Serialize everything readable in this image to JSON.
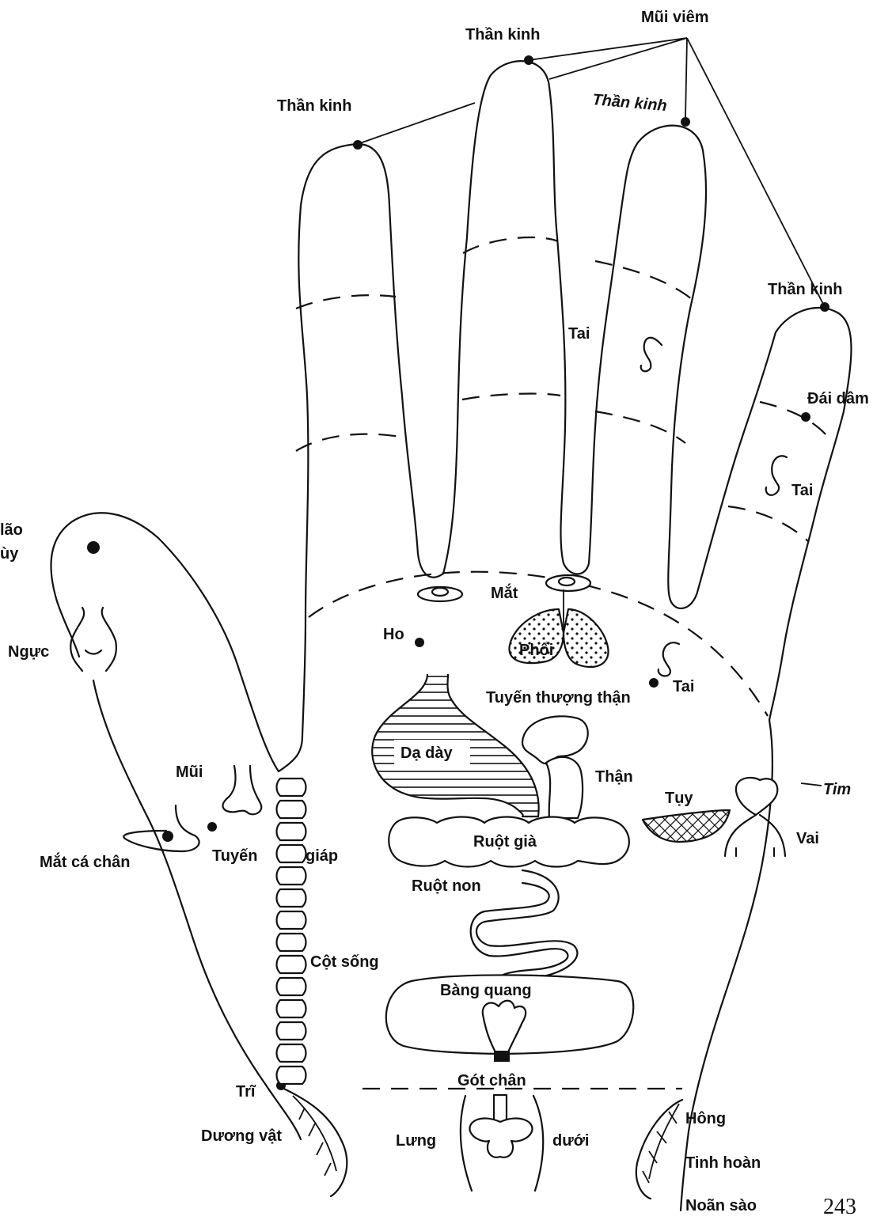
{
  "labels": {
    "mui_viem": "Mũi viêm",
    "than_kinh_1": "Thần kinh",
    "than_kinh_2": "Thần kinh",
    "than_kinh_3": "Thần kinh",
    "than_kinh_4": "Thần kinh",
    "tai_1": "Tai",
    "tai_2": "Tai",
    "tai_3": "Tai",
    "dai_dam": "Đái dầm",
    "nao_1": "lão",
    "nao_2": "ùy",
    "nguc": "Ngực",
    "mat": "Mắt",
    "ho": "Ho",
    "phoi": "Phổi",
    "tuyen_thuong_than": "Tuyến thượng thận",
    "da_day": "Dạ dày",
    "than": "Thận",
    "tuy": "Tụy",
    "tim": "Tim",
    "vai": "Vai",
    "mui": "Mũi",
    "mat_ca_chan": "Mắt cá chân",
    "tuyen": "Tuyến",
    "giap": "giáp",
    "ruot_gia": "Ruột già",
    "ruot_non": "Ruột non",
    "cot_song": "Cột sống",
    "bang_quang": "Bàng quang",
    "got_chan": "Gót chân",
    "tri": "Trĩ",
    "duong_vat": "Dương vật",
    "lung": "Lưng",
    "duoi": "dưới",
    "hong": "Hông",
    "tinh_hoan": "Tinh hoàn",
    "noan_sao": "Noãn sào",
    "page_number": "243"
  }
}
